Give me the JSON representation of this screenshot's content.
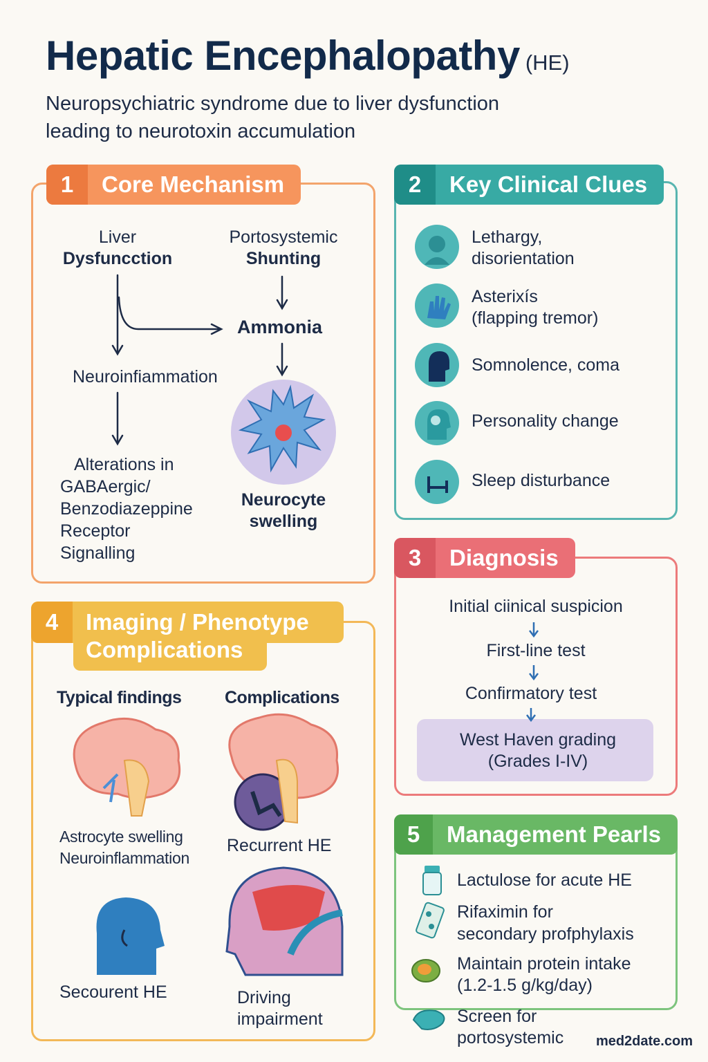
{
  "title": "Hepatic Encephalopathy",
  "title_suffix": "(HE)",
  "subtitle_line1": "Neuropsychiatric syndrome due to liver dysfunction",
  "subtitle_line2": "leading to neurotoxin accumulation",
  "sections": {
    "core": {
      "number": "1",
      "title": "Core Mechanism",
      "liver_l1": "Liver",
      "liver_l2": "Dysfuncction",
      "shunt_l1": "Portosystemic",
      "shunt_l2": "Shunting",
      "ammonia": "Ammonia",
      "neuroinflammation": "Neuroinfiammation",
      "alter_l1": "Alterations in",
      "alter_l2": "GABAergic/",
      "alter_l3": "Benzodiazeppine",
      "alter_l4": "Receptor",
      "alter_l5": "Signalling",
      "neurocyte_l1": "Neurocyte",
      "neurocyte_l2": "swelling"
    },
    "clues": {
      "number": "2",
      "title": "Key Clinical Clues",
      "c1_l1": "Lethargy,",
      "c1_l2": "disorientation",
      "c2_l1": "Asterixís",
      "c2_l2": "(flаpping tremor)",
      "c3": "Somnolence, coma",
      "c4": "Personality change",
      "c5": "Sleep disturbance"
    },
    "diagnosis": {
      "number": "3",
      "title": "Diagnosis",
      "step1": "Initial ciinical suspicion",
      "step2": "First-line test",
      "step3": "Confirmatory test",
      "box_l1": "West Haven grading",
      "box_l2": "(Grades I-IV)"
    },
    "imaging": {
      "number": "4",
      "title_l1": "Imaging / Phenotype",
      "title_l2": "Complications",
      "col1": "Typical findings",
      "col2": "Complications",
      "find_l1": "Astrocyte swelling",
      "find_l2": "Neuroinflammation",
      "recurrent": "Recurrent HE",
      "secourent": "Secourent HE",
      "driving_l1": "Driving",
      "driving_l2": "impairment"
    },
    "management": {
      "number": "5",
      "title": "Management Pearls",
      "m1": "Lactulose for acute HE",
      "m2_l1": "Rifaximin for",
      "m2_l2": "secondary profphylaxis",
      "m3_l1": "Maintain protein intake",
      "m3_l2": "(1.2-1.5 g/kg/day)",
      "m4_l1": "Screen for",
      "m4_l2": "portosystemic"
    }
  },
  "watermark": "med2date.com",
  "colors": {
    "orange": "#f6955d",
    "teal": "#38aaa4",
    "red": "#ea6f76",
    "yellow": "#f1bf4d",
    "green": "#69b865",
    "navy": "#1d2b46"
  }
}
